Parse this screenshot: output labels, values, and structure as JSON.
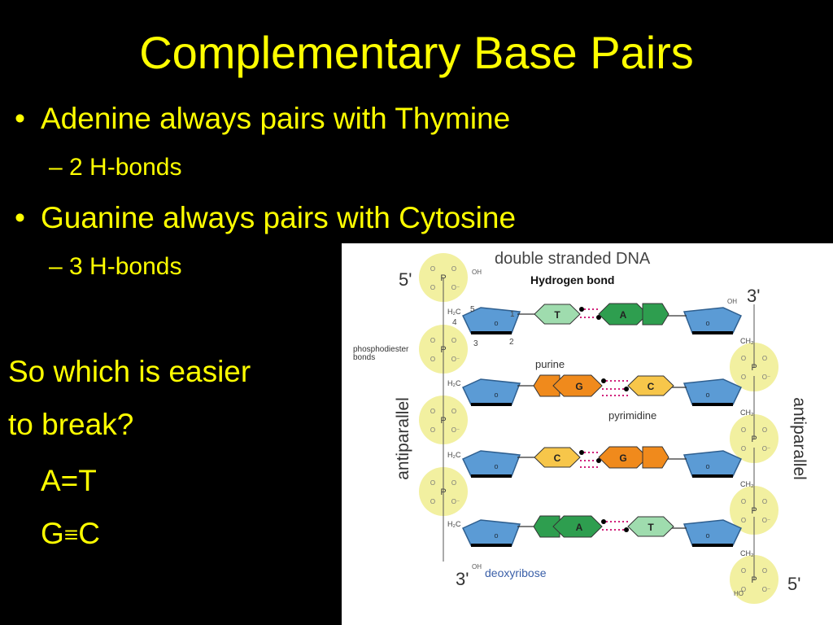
{
  "slide": {
    "title": "Complementary Base Pairs",
    "bullets": [
      {
        "text": "Adenine always pairs with Thymine",
        "sub": "2 H-bonds"
      },
      {
        "text": "Guanine always pairs with Cytosine",
        "sub": "3 H-bonds"
      }
    ],
    "bullet_glyph": "•",
    "dash_glyph": "–",
    "question_line1": "So which is easier",
    "question_line2": "to break?",
    "pair_at": "A=T",
    "pair_gc_left": "G",
    "pair_gc_bond": "≡",
    "pair_gc_right": "C"
  },
  "diagram": {
    "title": "double stranded DNA",
    "hbond_label": "Hydrogen bond",
    "phosphodiester_line1": "phosphodiester",
    "phosphodiester_line2": "bonds",
    "purine_label": "purine",
    "pyrimidine_label": "pyrimidine",
    "deoxyribose_label": "deoxyribose",
    "antiparallel_label": "antiparallel",
    "five_prime": "5'",
    "three_prime": "3'",
    "oh": "OH",
    "ho": "HO",
    "h2c": "H₂C",
    "ch2": "CH₂",
    "phosphate_p": "P",
    "phosphate_o": "O",
    "phosphate_o_minus": "O⁻",
    "ring_o": "o",
    "num_5": "5",
    "num_4": "4",
    "num_3": "3",
    "num_2": "2",
    "num_1": "1",
    "base_rows": [
      {
        "left": "T",
        "right": "A"
      },
      {
        "left": "G",
        "right": "C"
      },
      {
        "left": "C",
        "right": "G"
      },
      {
        "left": "A",
        "right": "T"
      }
    ],
    "colors": {
      "adenine": "#2e9e4f",
      "thymine": "#9fdcae",
      "guanine": "#f08a1c",
      "cytosine": "#f7c64a",
      "sugar": "#5b9bd5",
      "phosphate": "#f2f0a0",
      "hbond": "#d0207a"
    }
  }
}
